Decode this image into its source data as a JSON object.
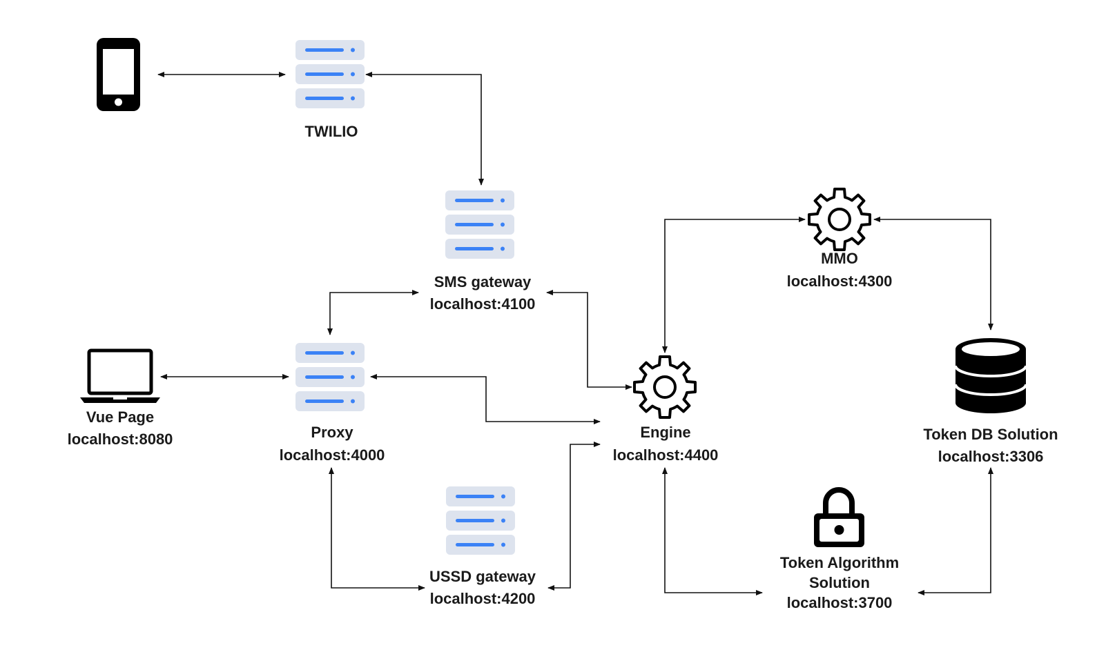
{
  "nodes": {
    "phone": {
      "icon": "smartphone-icon"
    },
    "twilio": {
      "icon": "server-icon",
      "name": "TWILIO"
    },
    "sms_gateway": {
      "icon": "server-icon",
      "name": "SMS gateway",
      "address": "localhost:4100"
    },
    "mmo": {
      "icon": "gear-icon",
      "name": "MMO",
      "address": "localhost:4300"
    },
    "vue_page": {
      "icon": "laptop-icon",
      "name": "Vue Page",
      "address": "localhost:8080"
    },
    "proxy": {
      "icon": "server-icon",
      "name": "Proxy",
      "address": "localhost:4000"
    },
    "engine": {
      "icon": "gear-icon",
      "name": "Engine",
      "address": "localhost:4400"
    },
    "token_db": {
      "icon": "database-icon",
      "name": "Token DB Solution",
      "address": "localhost:3306"
    },
    "ussd_gateway": {
      "icon": "server-icon",
      "name": "USSD gateway",
      "address": "localhost:4200"
    },
    "token_algorithm": {
      "icon": "lock-icon",
      "name_line1": "Token Algorithm",
      "name_line2": "Solution",
      "address": "localhost:3700"
    }
  },
  "connections": [
    {
      "from": "phone",
      "to": "twilio",
      "direction": "bidirectional"
    },
    {
      "from": "twilio",
      "to": "sms_gateway",
      "direction": "bidirectional"
    },
    {
      "from": "sms_gateway",
      "to": "proxy",
      "direction": "bidirectional"
    },
    {
      "from": "sms_gateway",
      "to": "engine",
      "direction": "bidirectional"
    },
    {
      "from": "vue_page",
      "to": "proxy",
      "direction": "bidirectional"
    },
    {
      "from": "proxy",
      "to": "engine",
      "direction": "bidirectional"
    },
    {
      "from": "proxy",
      "to": "ussd_gateway",
      "direction": "bidirectional"
    },
    {
      "from": "ussd_gateway",
      "to": "engine",
      "direction": "bidirectional"
    },
    {
      "from": "engine",
      "to": "mmo",
      "direction": "bidirectional"
    },
    {
      "from": "mmo",
      "to": "token_db",
      "direction": "bidirectional"
    },
    {
      "from": "engine",
      "to": "token_algorithm",
      "direction": "bidirectional"
    },
    {
      "from": "token_algorithm",
      "to": "token_db",
      "direction": "bidirectional"
    }
  ],
  "colors": {
    "server_panel": "#dde3ee",
    "server_accent": "#3b82f6",
    "line": "#111111",
    "icon_dark": "#000000",
    "text": "#1a1a1a"
  }
}
